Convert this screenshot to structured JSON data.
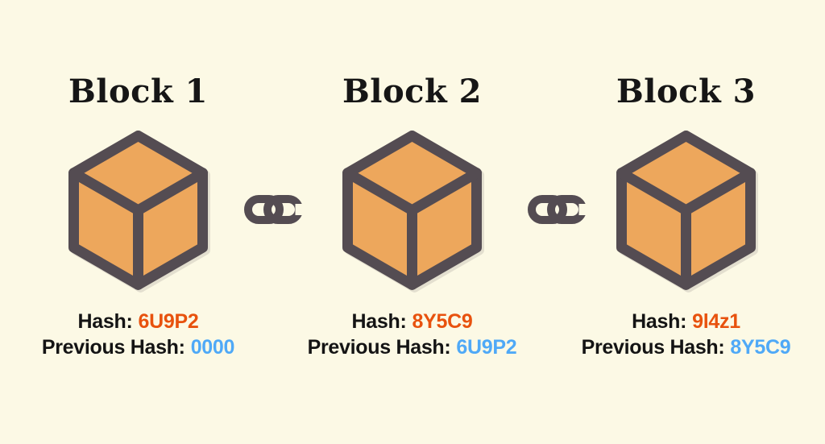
{
  "diagram_title": "Blockchain linked blocks diagram",
  "colors": {
    "background": "#FCF9E5",
    "cube_fill": "#EDA75C",
    "outline": "#544C52",
    "hash_value_color": "#E8520E",
    "prev_hash_value_color": "#4FA9F7",
    "label_color": "#141414",
    "title_color": "#161616"
  },
  "icons": {
    "cube": "cube-icon (isometric orange box with dark outline)",
    "chain": "chain-link-icon (two interlocked links, right link open)"
  },
  "blocks": [
    {
      "title": "Block 1",
      "hash_label": "Hash:",
      "hash_value": "6U9P2",
      "prev_label": "Previous Hash:",
      "prev_value": "0000"
    },
    {
      "title": "Block 2",
      "hash_label": "Hash:",
      "hash_value": "8Y5C9",
      "prev_label": "Previous Hash:",
      "prev_value": "6U9P2"
    },
    {
      "title": "Block 3",
      "hash_label": "Hash:",
      "hash_value": "9l4z1",
      "prev_label": "Previous Hash:",
      "prev_value": "8Y5C9"
    }
  ]
}
